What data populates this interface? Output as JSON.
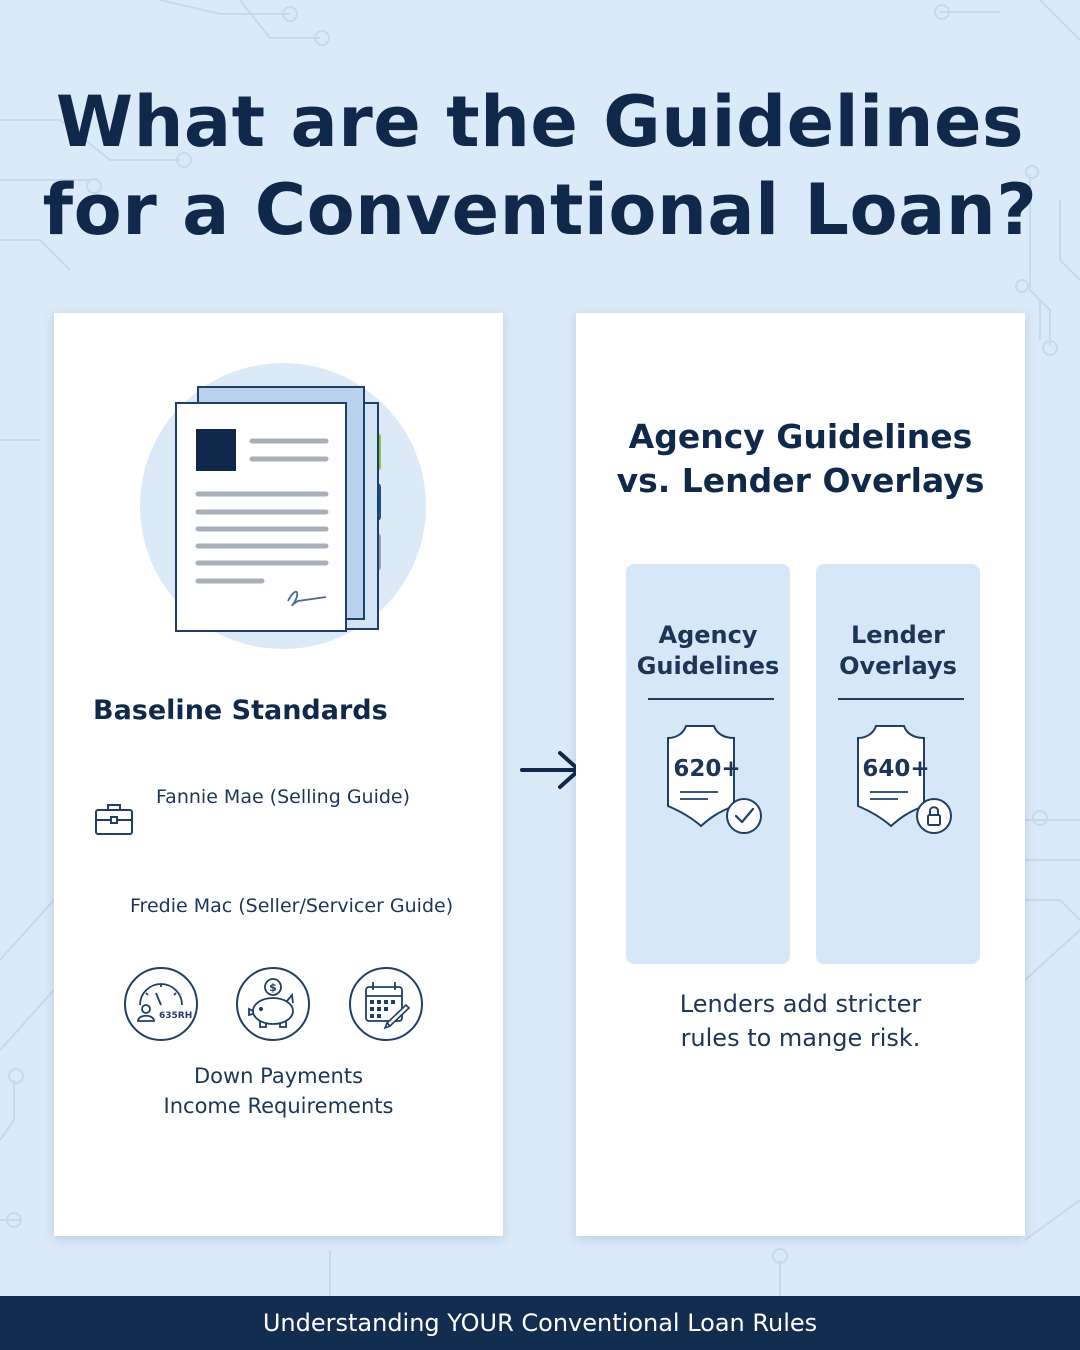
{
  "title": {
    "line1": "What are the Guidelines",
    "line2": "for a Conventional Loan?"
  },
  "colors": {
    "background": "#dbeaf8",
    "navy": "#10294a",
    "panel": "#d6e8f8",
    "footer": "#122d50",
    "tab_green": "#8bc34a",
    "tab_blue": "#1f4f9a",
    "tab_gray": "#9aa3ad"
  },
  "left_card": {
    "illustration": "document-stack-icon",
    "heading": "Baseline Standards",
    "items": [
      {
        "icon": "briefcase-icon",
        "text": "Fannie Mae (Selling Guide)"
      },
      {
        "icon": "",
        "text": "Fredie Mac (Seller/Servicer Guide)"
      }
    ],
    "icons": [
      {
        "name": "credit-score-gauge-icon",
        "label": "635RH"
      },
      {
        "name": "piggy-bank-icon",
        "label": "$"
      },
      {
        "name": "calendar-icon",
        "label": ""
      }
    ],
    "caption_line1": "Down Payments",
    "caption_line2": "Income Requirements"
  },
  "right_card": {
    "heading_line1": "Agency Guidelines",
    "heading_line2": "vs. Lender Overlays",
    "panels": [
      {
        "title_line1": "Agency",
        "title_line2": "Guidelines",
        "score": "620+",
        "status_icon": "check-circle-icon"
      },
      {
        "title_line1": "Lender",
        "title_line2": "Overlays",
        "score": "640+",
        "status_icon": "lock-circle-icon"
      }
    ],
    "caption_line1": "Lenders add stricter",
    "caption_line2": "rules to mange risk."
  },
  "footer": {
    "text": "Understanding YOUR Conventional Loan Rules"
  }
}
